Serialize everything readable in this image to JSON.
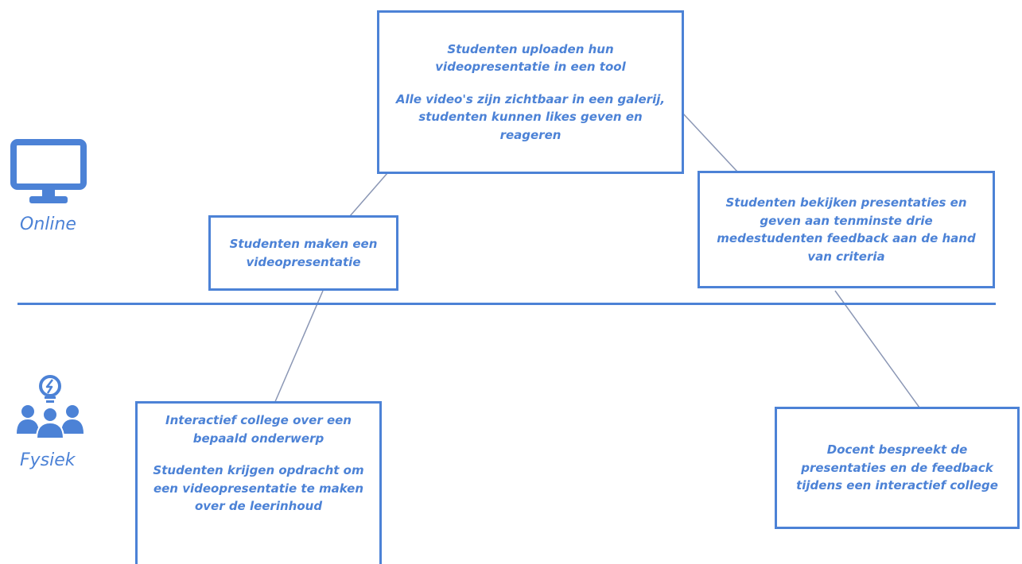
{
  "lanes": {
    "online": {
      "label": "Online",
      "icon": "monitor-icon"
    },
    "physical": {
      "label": "Fysiek",
      "icon": "group-lightbulb-icon"
    }
  },
  "steps": {
    "upload": {
      "paragraphs": [
        "Studenten uploaden hun videopresentatie in een tool",
        "Alle video's zijn zichtbaar in een galerij, studenten kunnen likes geven en reageren"
      ]
    },
    "make_video": {
      "paragraphs": [
        "Studenten maken een videopresentatie"
      ]
    },
    "review": {
      "paragraphs": [
        "Studenten bekijken presentaties en geven aan tenminste drie medestudenten feedback aan de hand van criteria"
      ]
    },
    "interactive_lecture": {
      "paragraphs": [
        "Interactief college over een bepaald onderwerp",
        "Studenten krijgen opdracht om een videopresentatie te maken over de leerinhoud"
      ]
    },
    "teacher_discussion": {
      "paragraphs": [
        "Docent bespreekt de presentaties en de feedback tijdens een interactief college"
      ]
    }
  },
  "colors": {
    "accent": "#4c82d6",
    "connector": "#8a96b4"
  }
}
